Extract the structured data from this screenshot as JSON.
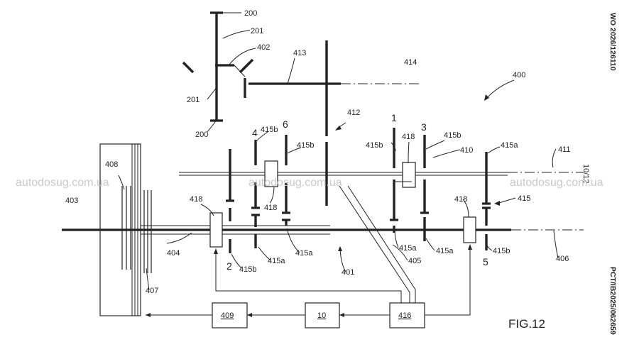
{
  "side_text": {
    "top": "WO 2026/126110",
    "bottom": "PCT/IB2025/062659",
    "page": "10/12"
  },
  "figure_label": "FIG.12",
  "watermark": "autodosug.com.ua",
  "gear_numbers": [
    "1",
    "2",
    "3",
    "4",
    "5",
    "6"
  ],
  "refs": {
    "r200": "200",
    "r201": "201",
    "r400": "400",
    "r401": "401",
    "r402": "402",
    "r403": "403",
    "r404": "404",
    "r405": "405",
    "r406": "406",
    "r407": "407",
    "r408": "408",
    "r410": "410",
    "r411": "411",
    "r412": "412",
    "r413": "413",
    "r414": "414",
    "r415": "415",
    "r415a": "415a",
    "r415b": "415b",
    "r416": "416",
    "r418": "418",
    "r409": "409",
    "r10": "10"
  }
}
